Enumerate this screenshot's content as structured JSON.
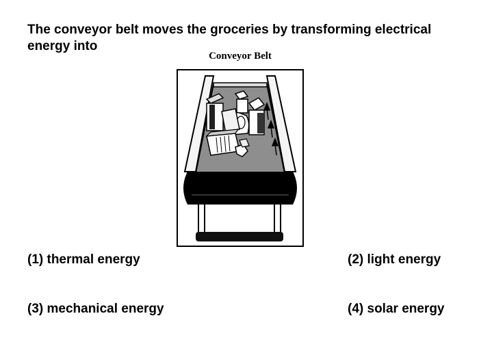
{
  "question": {
    "text": "The conveyor belt moves the groceries by transforming electrical energy into"
  },
  "figure": {
    "caption": "Conveyor Belt"
  },
  "choices": [
    {
      "label": "(1) thermal energy"
    },
    {
      "label": "(2) light energy"
    },
    {
      "label": "(3) mechanical energy"
    },
    {
      "label": "(4) solar energy"
    }
  ]
}
